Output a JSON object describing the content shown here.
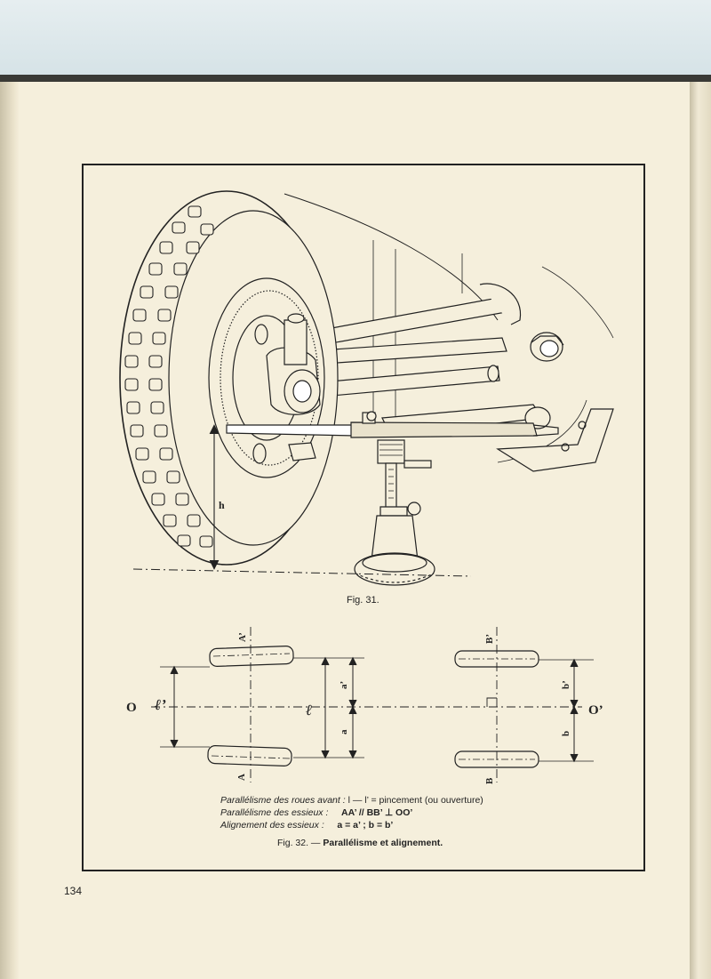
{
  "page_number": "134",
  "fig31": {
    "caption": "Fig. 31.",
    "h_label": "h"
  },
  "fig32": {
    "labels": {
      "O": "O",
      "O_prime": "O’",
      "A": "A",
      "A_prime": "A’",
      "B": "B",
      "B_prime": "B’",
      "l": "ℓ",
      "l_prime": "ℓ’",
      "a": "a",
      "a_prime": "a’",
      "b": "b",
      "b_prime": "b’"
    },
    "legend": [
      {
        "label": "Parallélisme des roues avant :",
        "formula": "l — l’ = pincement (ou ouverture)"
      },
      {
        "label": "Parallélisme des essieux :",
        "formula": "AA’ // BB’ ⊥ OO’"
      },
      {
        "label": "Alignement des essieux :",
        "formula": "a = a’ ;     b = b’"
      }
    ],
    "caption_prefix": "Fig. 32. —",
    "caption_title": "Parallélisme et alignement."
  }
}
